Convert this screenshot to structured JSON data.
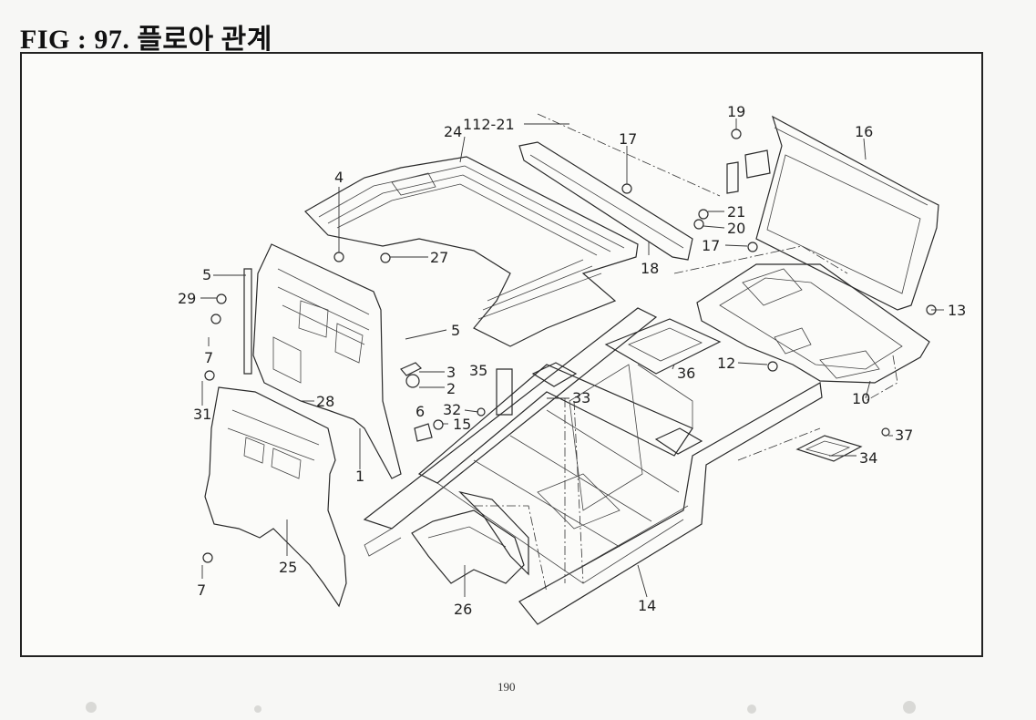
{
  "page": {
    "title": "FIG : 97.  플로아 관계",
    "page_number": "190"
  },
  "callouts": [
    {
      "id": "c-112-21",
      "text": "112-21"
    },
    {
      "id": "c-24",
      "text": "24"
    },
    {
      "id": "c-17a",
      "text": "17"
    },
    {
      "id": "c-19",
      "text": "19"
    },
    {
      "id": "c-16",
      "text": "16"
    },
    {
      "id": "c-4",
      "text": "4"
    },
    {
      "id": "c-21",
      "text": "21"
    },
    {
      "id": "c-20",
      "text": "20"
    },
    {
      "id": "c-17b",
      "text": "17"
    },
    {
      "id": "c-27",
      "text": "27"
    },
    {
      "id": "c-18",
      "text": "18"
    },
    {
      "id": "c-5a",
      "text": "5"
    },
    {
      "id": "c-29",
      "text": "29"
    },
    {
      "id": "c-13",
      "text": "13"
    },
    {
      "id": "c-5b",
      "text": "5"
    },
    {
      "id": "c-7a",
      "text": "7"
    },
    {
      "id": "c-35",
      "text": "35"
    },
    {
      "id": "c-3",
      "text": "3"
    },
    {
      "id": "c-36",
      "text": "36"
    },
    {
      "id": "c-12",
      "text": "12"
    },
    {
      "id": "c-2",
      "text": "2"
    },
    {
      "id": "c-33",
      "text": "33"
    },
    {
      "id": "c-28",
      "text": "28"
    },
    {
      "id": "c-32",
      "text": "32"
    },
    {
      "id": "c-6",
      "text": "6"
    },
    {
      "id": "c-31",
      "text": "31"
    },
    {
      "id": "c-15",
      "text": "15"
    },
    {
      "id": "c-10",
      "text": "10"
    },
    {
      "id": "c-37",
      "text": "37"
    },
    {
      "id": "c-1",
      "text": "1"
    },
    {
      "id": "c-34",
      "text": "34"
    },
    {
      "id": "c-25",
      "text": "25"
    },
    {
      "id": "c-7b",
      "text": "7"
    },
    {
      "id": "c-26",
      "text": "26"
    },
    {
      "id": "c-14",
      "text": "14"
    }
  ]
}
